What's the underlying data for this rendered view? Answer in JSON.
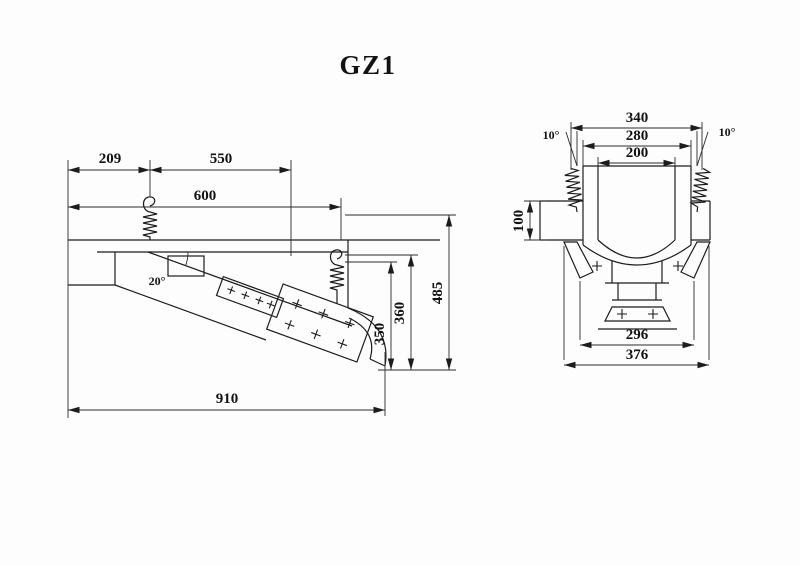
{
  "title": "GZ1",
  "side_view": {
    "dims": {
      "w209": "209",
      "w550": "550",
      "w600": "600",
      "w910": "910",
      "h485": "485",
      "h360": "360",
      "h350": "350",
      "angle": "20°"
    }
  },
  "front_view": {
    "dims": {
      "w340": "340",
      "w280": "280",
      "w200": "200",
      "h100": "100",
      "w296": "296",
      "w376": "376",
      "angle_left": "10°",
      "angle_right": "10°"
    }
  },
  "colors": {
    "ink": "#1c1c1c",
    "background": "#fdfdfd"
  }
}
